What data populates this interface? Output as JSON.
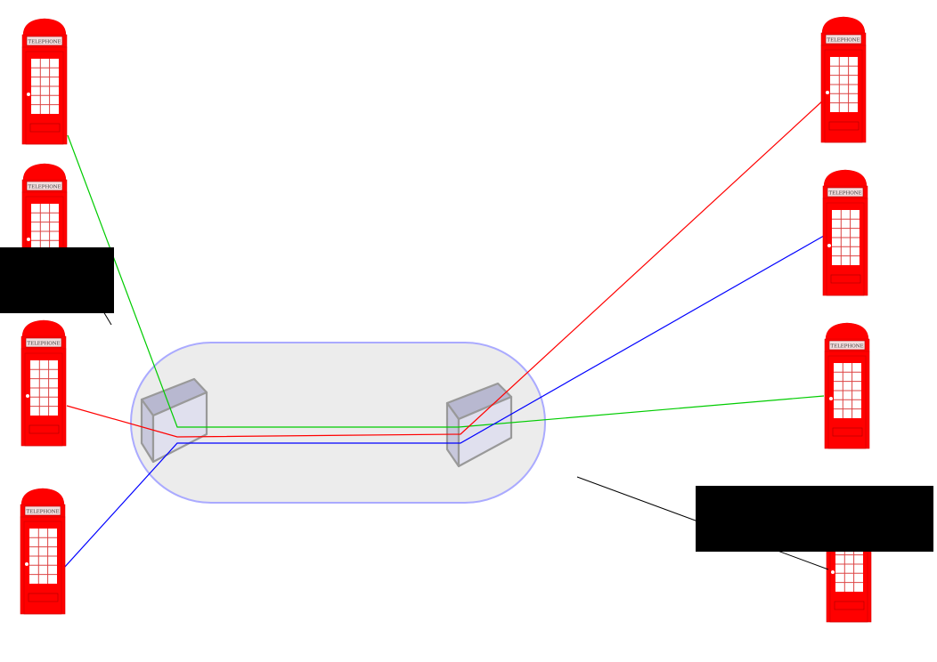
{
  "booth_label": "TELEPHONE",
  "colors": {
    "booth": "#ff0000",
    "cloud_fill": "#ececec",
    "cloud_stroke": "#aaaaff",
    "green_link": "#00cc00",
    "red_link": "#ff0000",
    "blue_link": "#0000ff",
    "redaction": "#000000"
  },
  "left_booths": [
    "phone-left-1",
    "phone-left-2",
    "phone-left-3",
    "phone-left-4"
  ],
  "right_booths": [
    "phone-right-1",
    "phone-right-2",
    "phone-right-3",
    "phone-right-4"
  ]
}
